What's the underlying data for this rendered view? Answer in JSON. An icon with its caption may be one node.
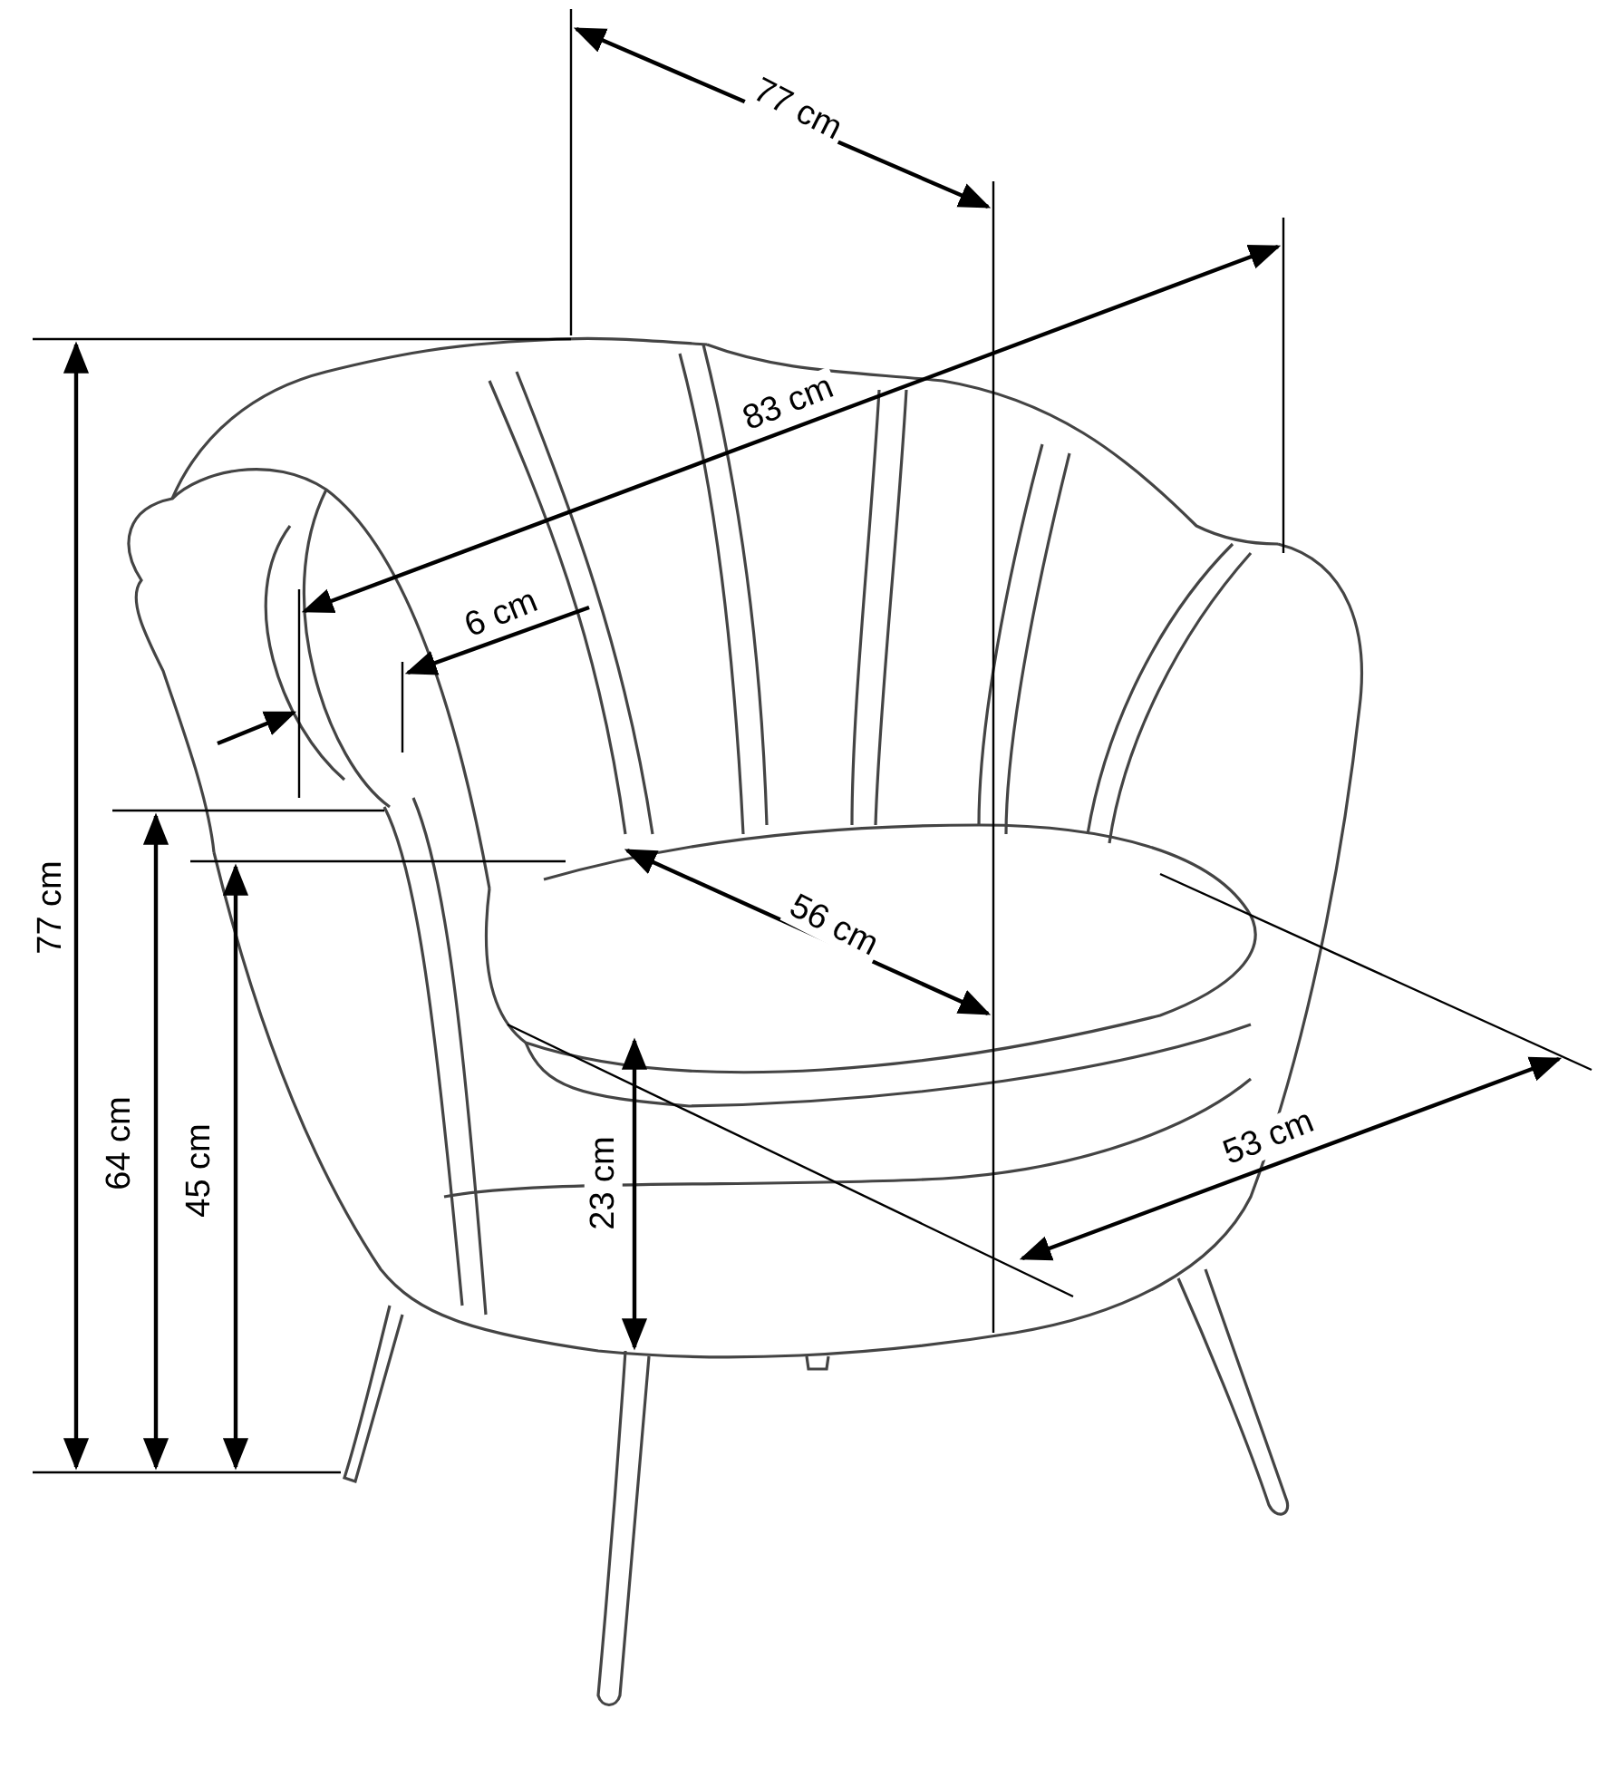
{
  "diagram": {
    "labels": [
      "77 cm",
      "83 cm",
      "6 cm",
      "77 cm",
      "56 cm",
      "64 cm",
      "45 cm",
      "53 cm",
      "23 cm"
    ]
  }
}
